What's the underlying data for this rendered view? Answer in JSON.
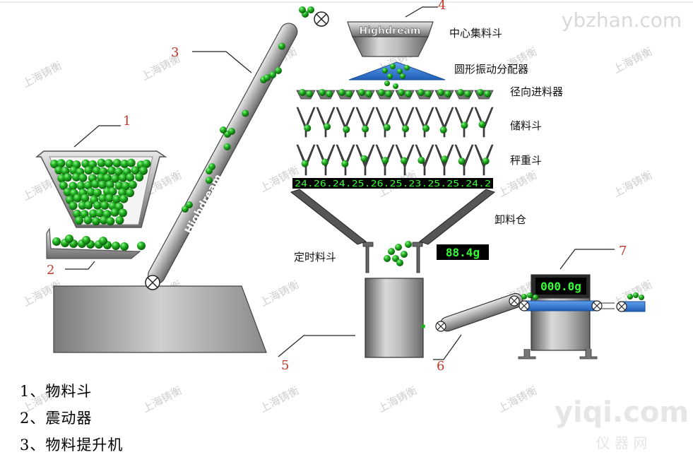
{
  "watermarks": {
    "brand": "上海铸衡",
    "site_top": "ybzhan.com",
    "site_bottom": "yiqi.com",
    "site_bottom_sub": "仪 器 网"
  },
  "machine_brand": "Highdream",
  "callouts": [
    "1",
    "2",
    "3",
    "4",
    "5",
    "6",
    "7"
  ],
  "labels": {
    "center_hopper": "中心集料斗",
    "vibration_distributor": "圆形振动分配器",
    "radial_feeder": "径向进料器",
    "storage_hopper": "储料斗",
    "weigh_hopper": "秤重斗",
    "discharge_bin": "卸料仓",
    "timing_hopper": "定时料斗"
  },
  "weights_strip": "24.26.24.25.26.25.23.25.25.24.2",
  "displays": {
    "combined_weight": "88.4g",
    "check_weight": "000.0g"
  },
  "legend": [
    "1、物料斗",
    "2、震动器",
    "3、物料提升机"
  ],
  "colors": {
    "metal_dark": "#6e6e6e",
    "metal_light": "#e2e2e2",
    "ball_green": "#1fae1f",
    "distributor_blue": "#3a7fd6",
    "belt_blue": "#2f6fd0",
    "callout_red": "#c0392b",
    "display_bg": "#000000",
    "display_fg": "#33ff33"
  }
}
